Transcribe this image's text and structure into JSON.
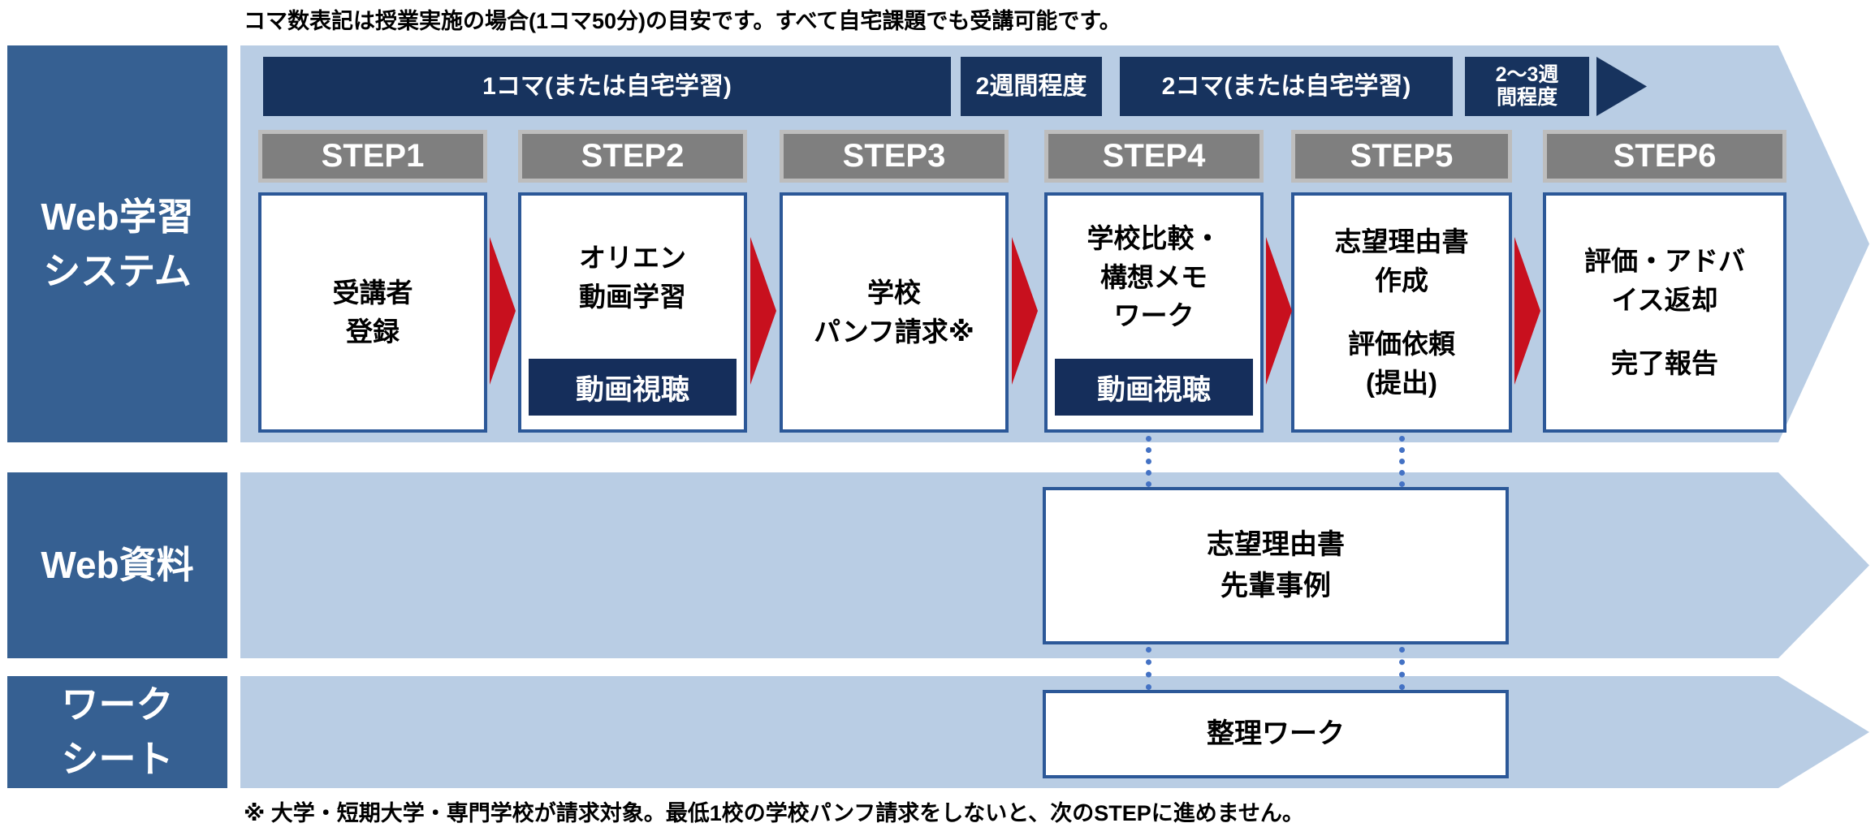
{
  "top_note": "コマ数表記は授業実施の場合(1コマ50分)の目安です。すべて自宅課題でも受講可能です。",
  "bottom_note": "※ 大学・短期大学・専門学校が請求対象。最低1校の学校パンフ請求をしないと、次のSTEPに進めません。",
  "sidebar": {
    "row1": {
      "line1": "Web学習",
      "line2": "システム"
    },
    "row2": {
      "line1": "Web資料"
    },
    "row3": {
      "line1": "ワーク",
      "line2": "シート"
    }
  },
  "timeline": {
    "seg1": "1コマ(または自宅学習)",
    "seg2": "2週間程度",
    "seg3": "2コマ(または自宅学習)",
    "seg4_line1": "2〜3週",
    "seg4_line2": "間程度"
  },
  "steps": [
    {
      "header": "STEP1",
      "lines": [
        "受講者",
        "登録"
      ]
    },
    {
      "header": "STEP2",
      "lines": [
        "オリエン",
        "動画学習"
      ],
      "badge": "動画視聴"
    },
    {
      "header": "STEP3",
      "lines": [
        "学校",
        "パンフ請求※"
      ]
    },
    {
      "header": "STEP4",
      "lines": [
        "学校比較・",
        "構想メモ",
        "ワーク"
      ],
      "badge": "動画視聴"
    },
    {
      "header": "STEP5",
      "lines": [
        "志望理由書",
        "作成",
        "評価依頼",
        "(提出)"
      ]
    },
    {
      "header": "STEP6",
      "lines": [
        "評価・アドバ",
        "イス返却",
        "完了報告"
      ]
    }
  ],
  "web_docs_box": {
    "line1": "志望理由書",
    "line2": "先輩事例"
  },
  "worksheet_box": {
    "line1": "整理ワーク"
  },
  "colors": {
    "band_blue": "#B9CDE4",
    "sidebar_blue": "#366092",
    "timeline_navy": "#17335E",
    "badge_navy": "#152E5B",
    "box_border_blue": "#2C5898",
    "header_gray": "#7F7F7F",
    "header_border_gray": "#BDBDBD",
    "arrow_red": "#C8101E",
    "connector_blue": "#4472C4"
  }
}
